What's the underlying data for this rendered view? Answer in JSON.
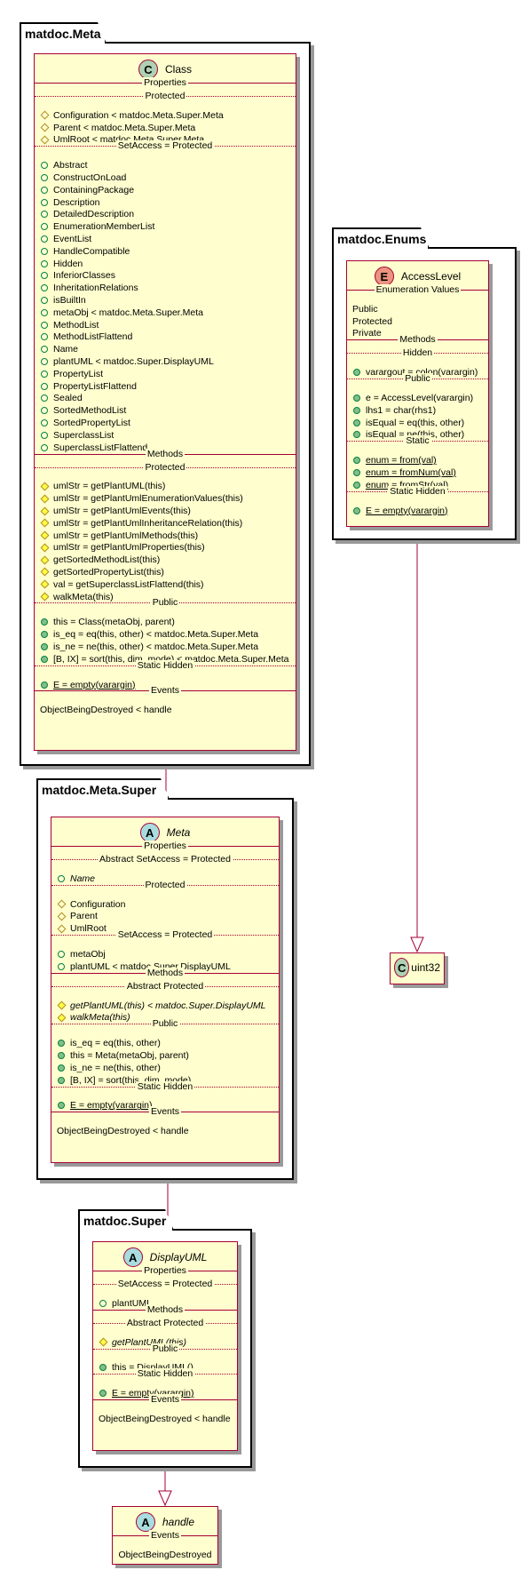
{
  "packages": {
    "meta": "matdoc.Meta",
    "enums": "matdoc.Enums",
    "super_meta": "matdoc.Meta.Super",
    "super": "matdoc.Super"
  },
  "class_class": {
    "stereotype": "C",
    "name": "Class",
    "properties_label": "Properties",
    "protected_label": "Protected",
    "protected_props": [
      "Configuration < matdoc.Meta.Super.Meta",
      "Parent < matdoc.Meta.Super.Meta",
      "UmlRoot < matdoc.Meta.Super.Meta"
    ],
    "setaccess_label": "SetAccess = Protected",
    "public_props": [
      "Abstract",
      "ConstructOnLoad",
      "ContainingPackage",
      "Description",
      "DetailedDescription",
      "EnumerationMemberList",
      "EventList",
      "HandleCompatible",
      "Hidden",
      "InferiorClasses",
      "InheritationRelations",
      "isBuiltIn",
      "metaObj < matdoc.Meta.Super.Meta",
      "MethodList",
      "MethodListFlattend",
      "Name",
      "plantUML < matdoc.Super.DisplayUML",
      "PropertyList",
      "PropertyListFlattend",
      "Sealed",
      "SortedMethodList",
      "SortedPropertyList",
      "SuperclassList",
      "SuperclassListFlattend"
    ],
    "methods_label": "Methods",
    "protected_methods_label": "Protected",
    "protected_methods": [
      "umlStr = getPlantUML(this)",
      "umlStr = getPlantUmlEnumerationValues(this)",
      "umlStr = getPlantUmlEvents(this)",
      "umlStr = getPlantUmlInheritanceRelation(this)",
      "umlStr = getPlantUmlMethods(this)",
      "umlStr = getPlantUmlProperties(this)",
      "getSortedMethodList(this)",
      "getSortedPropertyList(this)",
      "val = getSuperclassListFlattend(this)",
      "walkMeta(this)"
    ],
    "public_methods_label": "Public",
    "public_methods": [
      "this = Class(metaObj, parent)",
      "is_eq = eq(this, other) < matdoc.Meta.Super.Meta",
      "is_ne = ne(this, other) < matdoc.Meta.Super.Meta",
      "[B, IX] = sort(this, dim, mode) < matdoc.Meta.Super.Meta"
    ],
    "static_hidden_label": "Static Hidden",
    "static_hidden": [
      "E = empty(varargin)"
    ],
    "events_label": "Events",
    "events": [
      "ObjectBeingDestroyed < handle"
    ]
  },
  "class_accesslevel": {
    "stereotype": "E",
    "name": "AccessLevel",
    "enum_label": "Enumeration Values",
    "enum_values": [
      "Public",
      "Protected",
      "Private"
    ],
    "methods_label": "Methods",
    "hidden_label": "Hidden",
    "hidden": [
      "varargout = colon(varargin)"
    ],
    "public_label": "Public",
    "public": [
      "e = AccessLevel(varargin)",
      "lhs1 = char(rhs1)",
      "isEqual = eq(this, other)",
      "isEqual = ne(this, other)"
    ],
    "static_label": "Static",
    "static": [
      "enum = from(val)",
      "enum = fromNum(val)",
      "enum = fromStr(val)"
    ],
    "static_hidden_label": "Static Hidden",
    "static_hidden": [
      "E = empty(varargin)"
    ]
  },
  "class_uint32": {
    "stereotype": "C",
    "name": "uint32"
  },
  "class_meta": {
    "stereotype": "A",
    "name": "Meta",
    "properties_label": "Properties",
    "abstract_label": "Abstract  SetAccess = Protected",
    "abstract_props": [
      "Name"
    ],
    "protected_label": "Protected",
    "protected_props": [
      "Configuration",
      "Parent",
      "UmlRoot"
    ],
    "setaccess_label": "SetAccess = Protected",
    "public_props": [
      "metaObj",
      "plantUML < matdoc.Super.DisplayUML"
    ],
    "methods_label": "Methods",
    "abstract_protected_label": "Abstract Protected",
    "abstract_protected": [
      "getPlantUML(this) < matdoc.Super.DisplayUML",
      "walkMeta(this)"
    ],
    "public_label": "Public",
    "public_methods": [
      "is_eq = eq(this, other)",
      "this = Meta(metaObj, parent)",
      "is_ne = ne(this, other)",
      "[B, IX] = sort(this, dim, mode)"
    ],
    "static_hidden_label": "Static Hidden",
    "static_hidden": [
      "E = empty(varargin)"
    ],
    "events_label": "Events",
    "events": [
      "ObjectBeingDestroyed < handle"
    ]
  },
  "class_displayuml": {
    "stereotype": "A",
    "name": "DisplayUML",
    "properties_label": "Properties",
    "setaccess_label": "SetAccess = Protected",
    "public_props": [
      "plantUML"
    ],
    "methods_label": "Methods",
    "abstract_protected_label": "Abstract Protected",
    "abstract_protected": [
      "getPlantUML(this)"
    ],
    "public_label": "Public",
    "public_methods": [
      "this = DisplayUML()"
    ],
    "static_hidden_label": "Static Hidden",
    "static_hidden": [
      "E = empty(varargin)"
    ],
    "events_label": "Events",
    "events": [
      "ObjectBeingDestroyed < handle"
    ]
  },
  "class_handle": {
    "stereotype": "A",
    "name": "handle",
    "events_label": "Events",
    "events": [
      "ObjectBeingDestroyed"
    ]
  }
}
